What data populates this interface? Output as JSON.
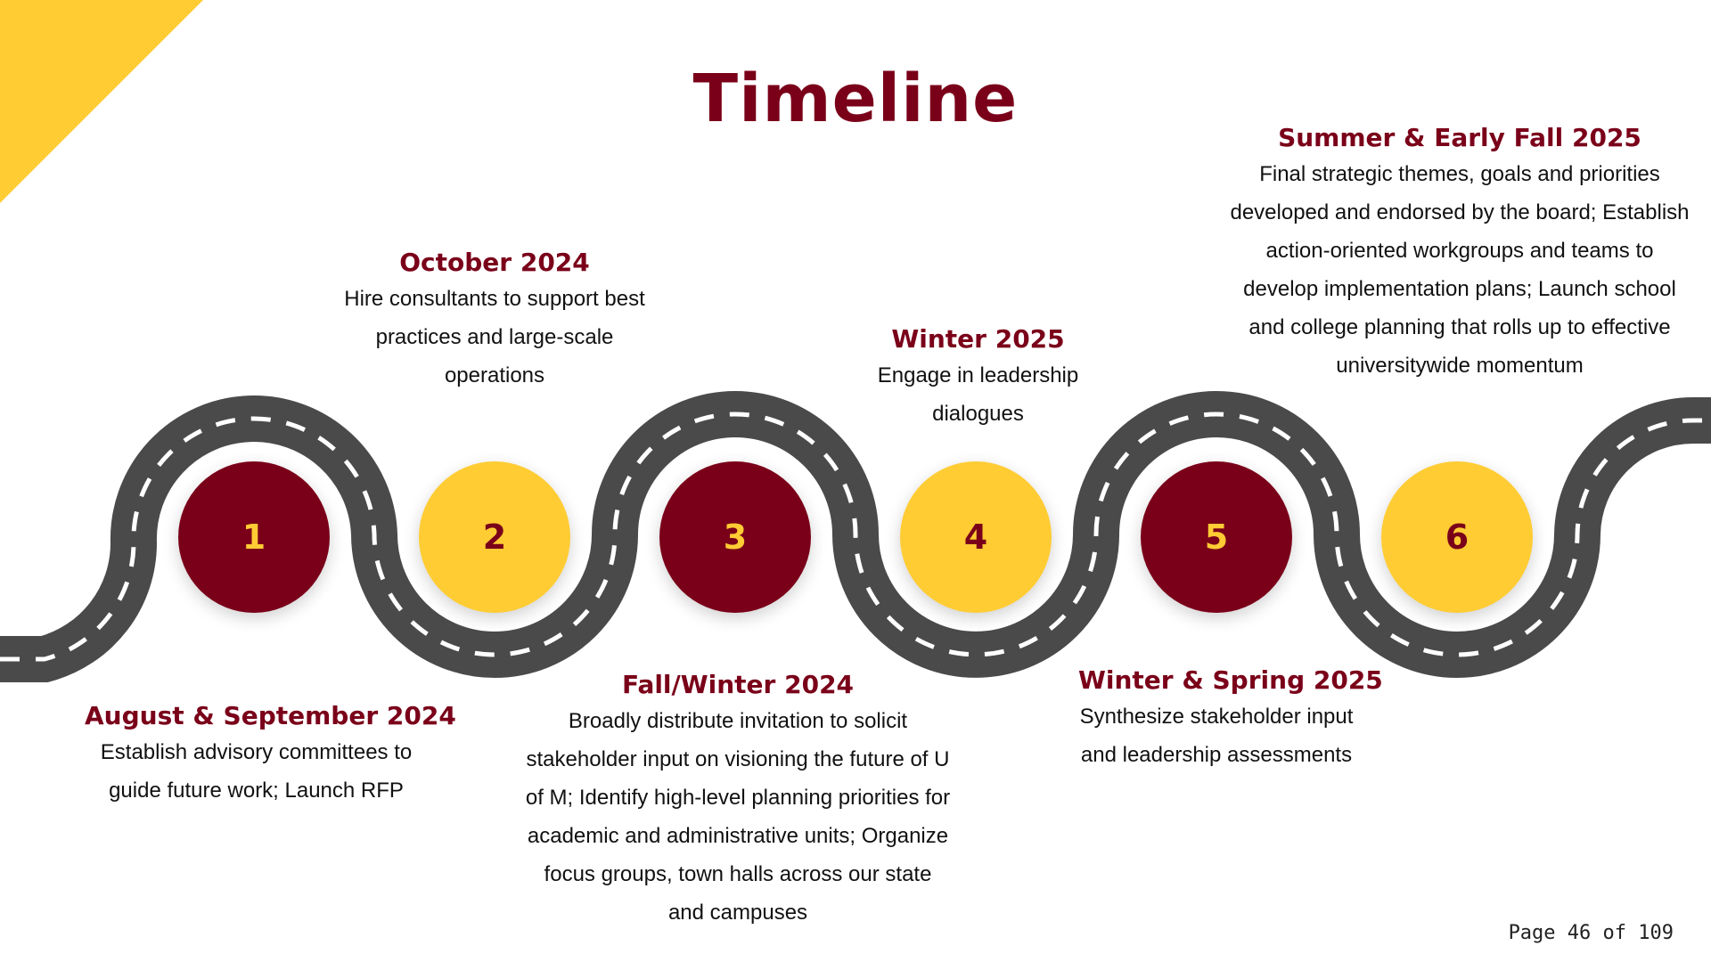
{
  "title": "Timeline",
  "colors": {
    "maroon": "#7a0019",
    "gold": "#ffcc33",
    "road": "#4a4a4a",
    "lane": "#ffffff"
  },
  "steps": [
    {
      "number": "1",
      "period": "August & September 2024",
      "description": "Establish advisory committees to guide future work; Launch RFP"
    },
    {
      "number": "2",
      "period": "October 2024",
      "description": "Hire consultants to support best practices and large-scale operations"
    },
    {
      "number": "3",
      "period": "Fall/Winter 2024",
      "description": "Broadly distribute invitation to solicit stakeholder input on visioning the future of U of M; Identify high-level planning priorities for academic and administrative units; Organize focus groups, town halls across our state and campuses"
    },
    {
      "number": "4",
      "period": "Winter 2025",
      "description": "Engage in leadership dialogues"
    },
    {
      "number": "5",
      "period": "Winter & Spring 2025",
      "description": "Synthesize stakeholder input and leadership assessments"
    },
    {
      "number": "6",
      "period": "Summer & Early Fall 2025",
      "description": "Final strategic themes, goals and priorities developed and endorsed by the board; Establish action-oriented workgroups and teams to develop implementation plans; Launch school and college  planning that rolls up to effective universitywide momentum"
    }
  ],
  "footer": {
    "page": "Page 46 of 109"
  }
}
